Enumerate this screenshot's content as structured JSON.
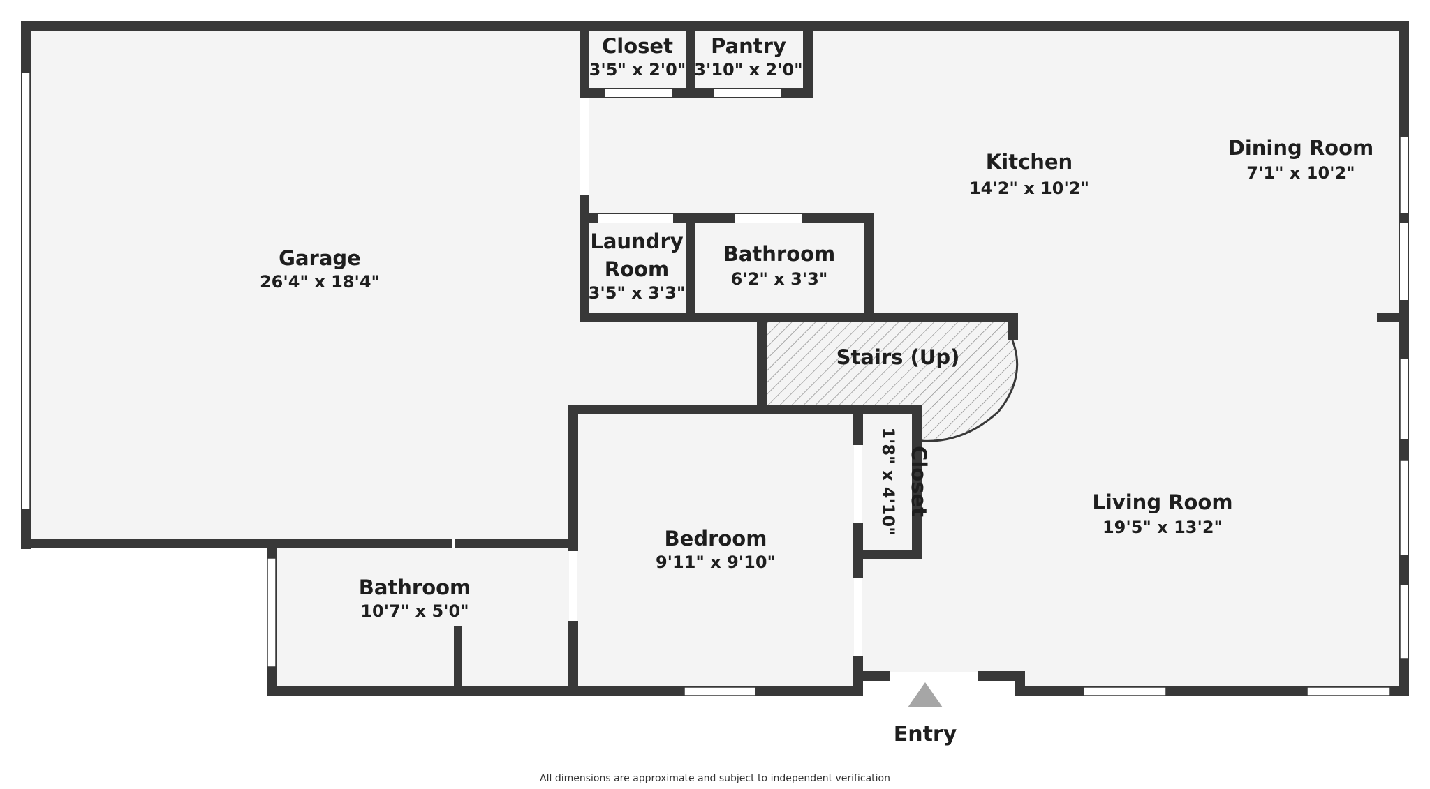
{
  "plan": {
    "colors": {
      "wall": "#383838",
      "floor": "#f4f4f4",
      "window": "#ffffff",
      "hatch": "#888888",
      "arrow": "#a6a6a6",
      "text": "#1e1e1e"
    },
    "rooms": {
      "garage": {
        "name": "Garage",
        "dims": "26'4\" x 18'4\""
      },
      "closet_top": {
        "name": "Closet",
        "dims": "3'5\" x 2'0\""
      },
      "pantry": {
        "name": "Pantry",
        "dims": "3'10\" x 2'0\""
      },
      "kitchen": {
        "name": "Kitchen",
        "dims": "14'2\" x 10'2\""
      },
      "dining": {
        "name": "Dining Room",
        "dims": "7'1\" x 10'2\""
      },
      "laundry": {
        "name_line1": "Laundry",
        "name_line2": "Room",
        "dims": "3'5\" x 3'3\""
      },
      "bath_upper": {
        "name": "Bathroom",
        "dims": "6'2\" x 3'3\""
      },
      "stairs": {
        "name": "Stairs (Up)"
      },
      "closet_mid": {
        "name": "Closet",
        "dims": "1'8\" x 4'10\""
      },
      "living": {
        "name": "Living Room",
        "dims": "19'5\" x 13'2\""
      },
      "bedroom": {
        "name": "Bedroom",
        "dims": "9'11\" x 9'10\""
      },
      "bath_lower": {
        "name": "Bathroom",
        "dims": "10'7\" x 5'0\""
      }
    },
    "entry_label": "Entry",
    "footer": "All dimensions are approximate and subject to independent verification"
  }
}
